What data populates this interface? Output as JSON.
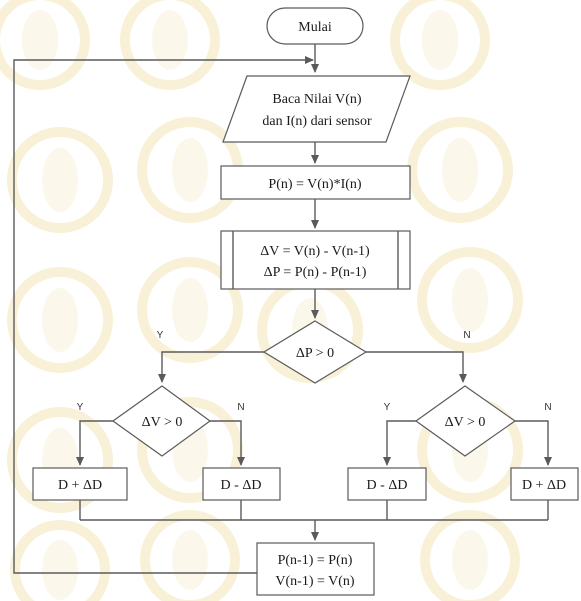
{
  "flowchart": {
    "start": "Mulai",
    "read_line1": "Baca Nilai V(n)",
    "read_line2": "dan I(n) dari sensor",
    "power": "P(n) = V(n)*I(n)",
    "delta_line1": "ΔV = V(n) - V(n-1)",
    "delta_line2": "ΔP = P(n) - P(n-1)",
    "decision_dp": "ΔP > 0",
    "decision_dv_left": "ΔV > 0",
    "decision_dv_right": "ΔV > 0",
    "action_1": "D + ΔD",
    "action_2": "D - ΔD",
    "action_3": "D - ΔD",
    "action_4": "D + ΔD",
    "update_line1": "P(n-1) = P(n)",
    "update_line2": "V(n-1) = V(n)",
    "label_y_main": "Y",
    "label_n_main": "N",
    "label_y_left": "Y",
    "label_n_left": "N",
    "label_y_right": "Y",
    "label_n_right": "N"
  }
}
